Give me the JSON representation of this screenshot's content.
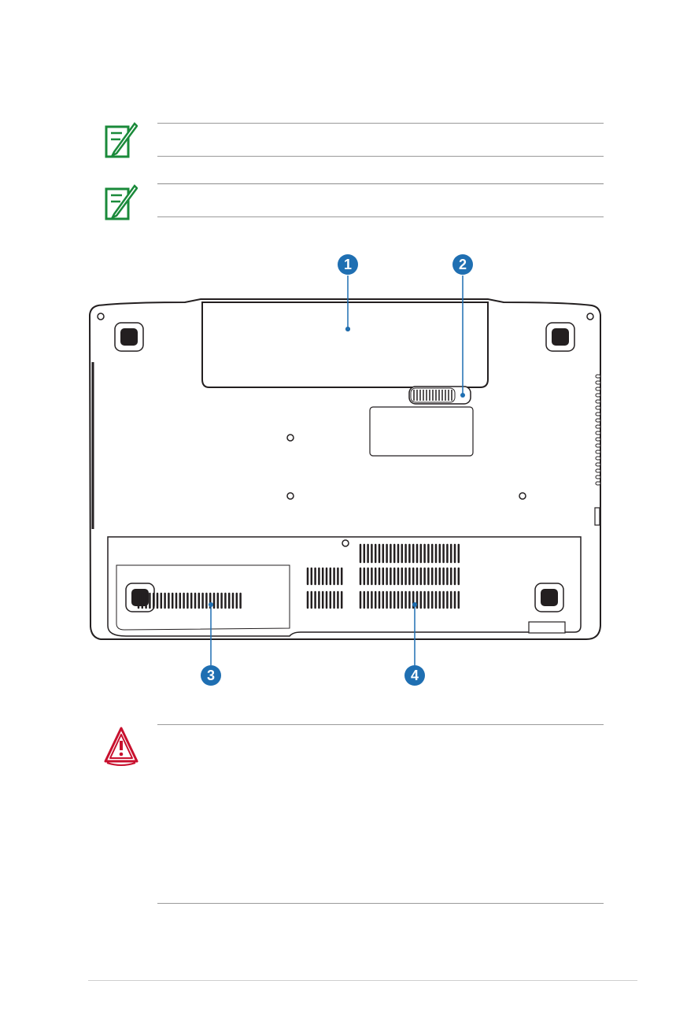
{
  "notes": [
    {
      "icon": "note-icon",
      "text": ""
    },
    {
      "icon": "note-icon",
      "text": ""
    }
  ],
  "warning": {
    "icon": "warning-icon",
    "text": ""
  },
  "callouts": [
    "1",
    "2",
    "3",
    "4"
  ],
  "colors": {
    "note": "#1a8a3a",
    "warning": "#c8102e",
    "callout": "#1f6fb2"
  }
}
